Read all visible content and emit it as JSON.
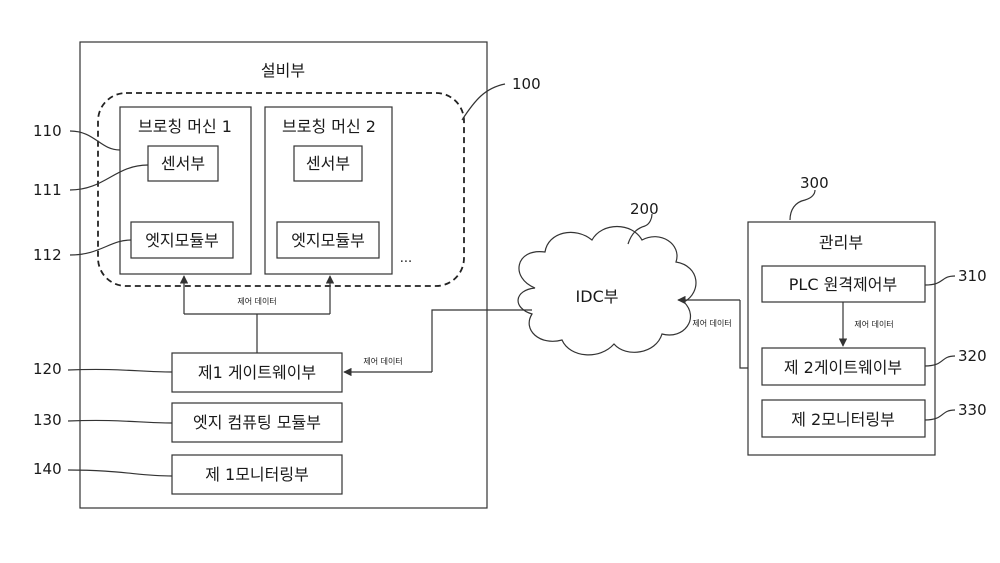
{
  "facility": {
    "title": "설비부",
    "group_ref": "100",
    "machine1": {
      "title": "브로칭 머신 1",
      "sensor": "센서부",
      "edge": "엣지모듈부"
    },
    "machine2": {
      "title": "브로칭 머신 2",
      "sensor": "센서부",
      "edge": "엣지모듈부"
    },
    "ellipsis": "...",
    "control_data_label": "제어 데이터",
    "gateway1": "제1 게이트웨이부",
    "edge_computing": "엣지 컴퓨팅 모듈부",
    "monitor1": "제 1모니터링부"
  },
  "idc": {
    "label": "IDC부",
    "ref": "200",
    "control_data_label": "제어 데이터"
  },
  "management": {
    "title": "관리부",
    "ref": "300",
    "plc": "PLC 원격제어부",
    "control_data_label": "제어 데이터",
    "gateway2": "제 2게이트웨이부",
    "monitor2": "제 2모니터링부"
  },
  "refs": {
    "r110": "110",
    "r111": "111",
    "r112": "112",
    "r120": "120",
    "r130": "130",
    "r140": "140",
    "r310": "310",
    "r320": "320",
    "r330": "330"
  },
  "gateway_link_label": "제어 데이터"
}
